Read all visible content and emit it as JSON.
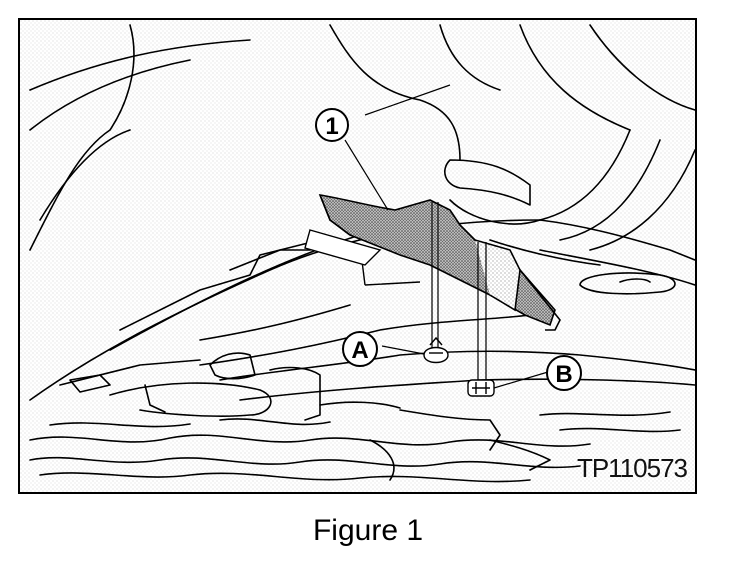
{
  "figure": {
    "caption": "Figure 1",
    "reference_code": "TP110573"
  },
  "callouts": {
    "part_1": "1",
    "fastener_a": "A",
    "fastener_b": "B"
  }
}
